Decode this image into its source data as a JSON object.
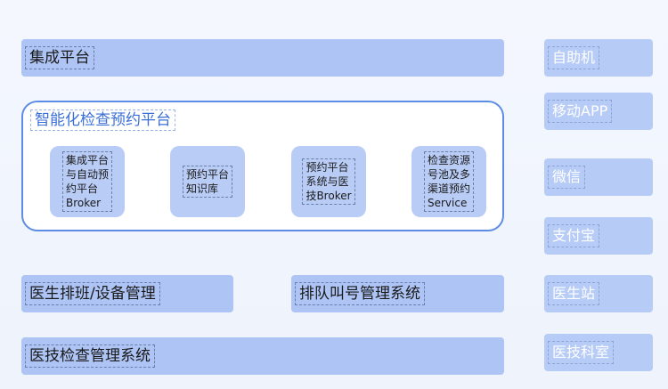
{
  "top_bar": {
    "label": "集成平台"
  },
  "panel": {
    "title": "智能化检查预约平台",
    "modules": [
      {
        "lines": [
          "集成平台",
          "与自动预",
          "约平台",
          "Broker"
        ]
      },
      {
        "lines": [
          "预约平台",
          "知识库"
        ]
      },
      {
        "lines": [
          "预约平台",
          "系统与医",
          "技Broker"
        ]
      },
      {
        "lines": [
          "检查资源",
          "号池及多",
          "渠道预约",
          "Service"
        ]
      }
    ]
  },
  "scheduling": {
    "label": "医生排班/设备管理"
  },
  "queue": {
    "label": "排队叫号管理系统"
  },
  "medtech": {
    "label": "医技检查管理系统"
  },
  "channels": [
    {
      "label": "自助机"
    },
    {
      "label": "移动APP"
    },
    {
      "label": "微信"
    },
    {
      "label": "支付宝"
    },
    {
      "label": "医生站"
    },
    {
      "label": "医技科室"
    }
  ],
  "colors": {
    "bar": "#aec4f5",
    "panel_border": "#5d8ce6",
    "panel_title": "#3a6fd8",
    "side_text": "#ffffff"
  }
}
